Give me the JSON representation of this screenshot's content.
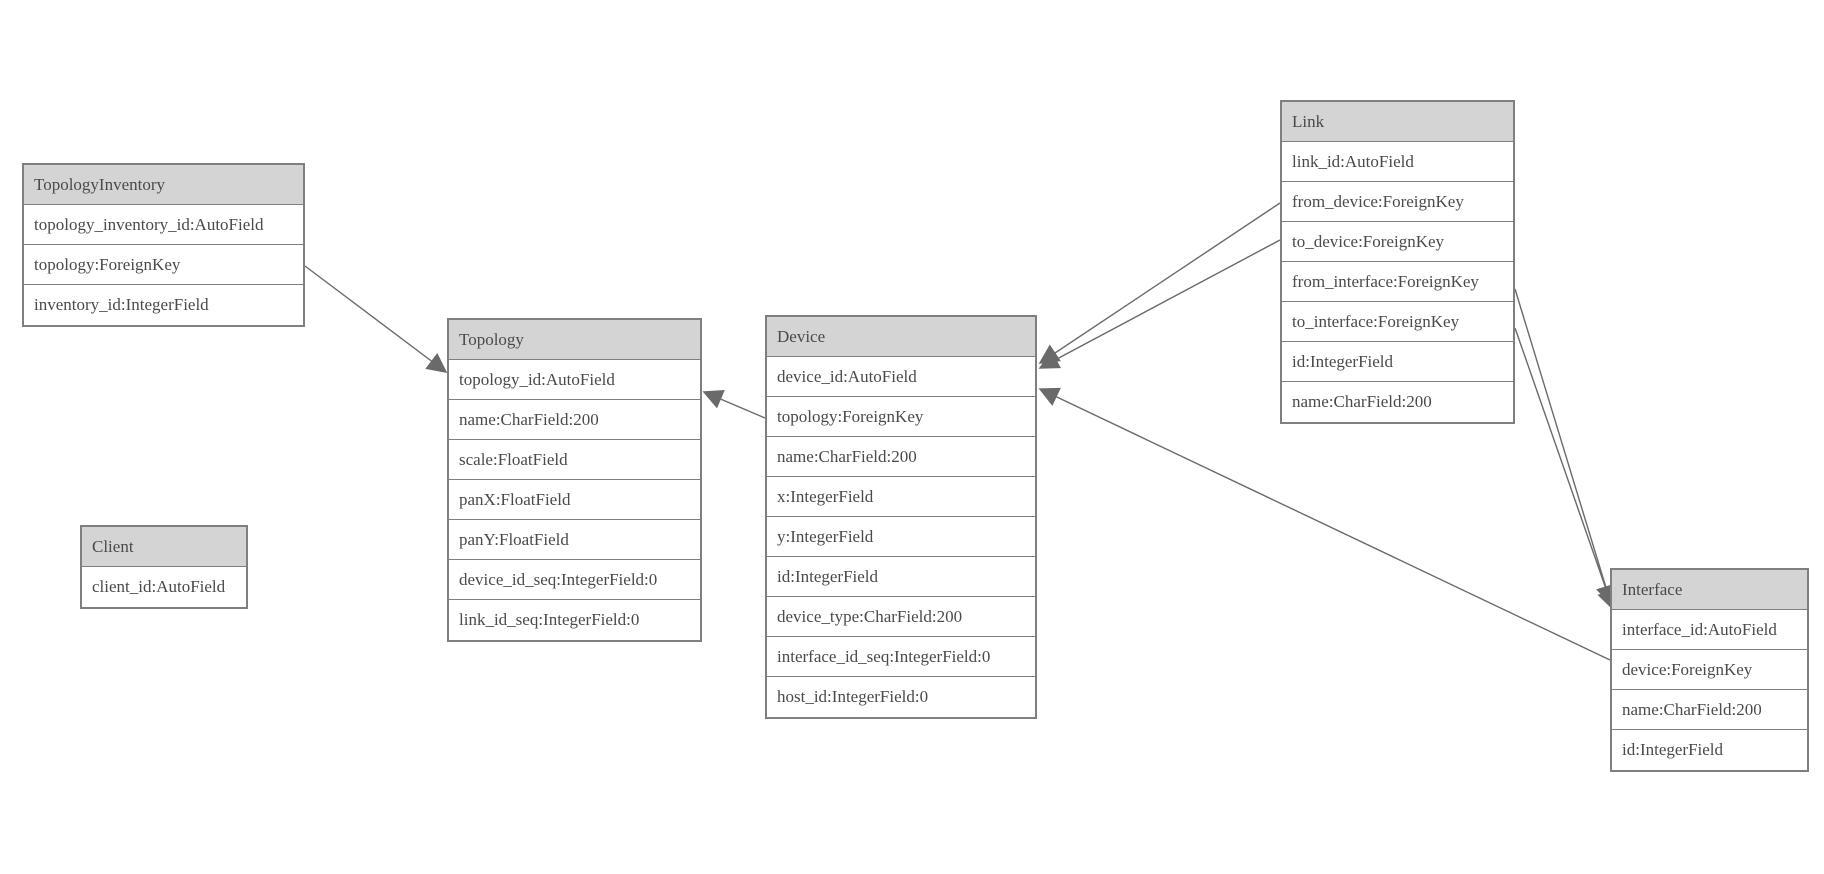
{
  "diagram": {
    "type": "entity-relationship-model",
    "colors": {
      "background": "#ffffff",
      "header_fill": "#d4d4d4",
      "border": "#7f7f7f",
      "text": "#4a4a4a",
      "connector": "#6a6a6a"
    },
    "entities": [
      {
        "id": "topology_inventory",
        "title": "TopologyInventory",
        "fields": [
          "topology_inventory_id:AutoField",
          "topology:ForeignKey",
          "inventory_id:IntegerField"
        ]
      },
      {
        "id": "topology",
        "title": "Topology",
        "fields": [
          "topology_id:AutoField",
          "name:CharField:200",
          "scale:FloatField",
          "panX:FloatField",
          "panY:FloatField",
          "device_id_seq:IntegerField:0",
          "link_id_seq:IntegerField:0"
        ]
      },
      {
        "id": "client",
        "title": "Client",
        "fields": [
          "client_id:AutoField"
        ]
      },
      {
        "id": "device",
        "title": "Device",
        "fields": [
          "device_id:AutoField",
          "topology:ForeignKey",
          "name:CharField:200",
          "x:IntegerField",
          "y:IntegerField",
          "id:IntegerField",
          "device_type:CharField:200",
          "interface_id_seq:IntegerField:0",
          "host_id:IntegerField:0"
        ]
      },
      {
        "id": "link",
        "title": "Link",
        "fields": [
          "link_id:AutoField",
          "from_device:ForeignKey",
          "to_device:ForeignKey",
          "from_interface:ForeignKey",
          "to_interface:ForeignKey",
          "id:IntegerField",
          "name:CharField:200"
        ]
      },
      {
        "id": "interface",
        "title": "Interface",
        "fields": [
          "interface_id:AutoField",
          "device:ForeignKey",
          "name:CharField:200",
          "id:IntegerField"
        ]
      }
    ],
    "relationships": [
      {
        "from": "TopologyInventory.topology",
        "to": "Topology.topology_id"
      },
      {
        "from": "Device.topology",
        "to": "Topology.topology_id"
      },
      {
        "from": "Link.from_device",
        "to": "Device.device_id"
      },
      {
        "from": "Link.to_device",
        "to": "Device.device_id"
      },
      {
        "from": "Link.from_interface",
        "to": "Interface.interface_id"
      },
      {
        "from": "Link.to_interface",
        "to": "Interface.interface_id"
      },
      {
        "from": "Interface.device",
        "to": "Device.device_id"
      }
    ]
  }
}
